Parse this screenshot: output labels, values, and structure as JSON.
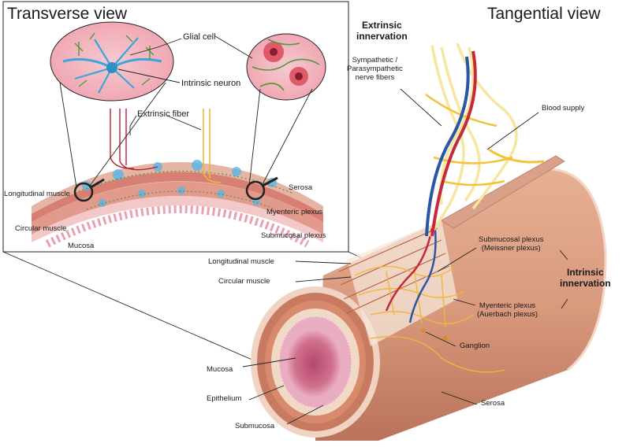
{
  "transverse": {
    "title": "Transverse view",
    "labels": {
      "glial_cell": "Glial cell",
      "intrinsic_neuron": "Intrinsic neuron",
      "extrinsic_fiber": "Extrinsic fiber",
      "longitudinal_muscle": "Longitudinal muscle",
      "circular_muscle": "Circular muscle",
      "mucosa": "Mucosa",
      "serosa": "Serosa",
      "myenteric_plexus": "Myenteric plexus",
      "submucosal_plexus": "Submucosal plexus"
    }
  },
  "tangential": {
    "title": "Tangential view",
    "extrinsic_innervation": "Extrinsic\ninnervation",
    "intrinsic_innervation": "Intrinsic\ninnervation",
    "labels": {
      "sympathetic": "Sympathetic /\nParasympathetic\nnerve fibers",
      "blood_supply": "Blood supply",
      "submucosal_plexus": "Submucosal plexus\n(Meissner plexus)",
      "myenteric_plexus": "Myenteric plexus\n(Auerbach plexus)",
      "longitudinal_muscle": "Longitudinal muscle",
      "circular_muscle": "Circular muscle",
      "ganglion": "Ganglion",
      "mucosa": "Mucosa",
      "epithelium": "Epithelium",
      "submucosa": "Submucosa",
      "serosa": "Serosa"
    }
  },
  "colors": {
    "tube_outer": "#d99a7e",
    "muscle": "#c9735a",
    "mucosa": "#d9849a",
    "epithelium_edge": "#f1c4d3",
    "nerve_yellow": "#f2c23a",
    "nerve_pale": "#f6e6a0",
    "artery_red": "#c62a3a",
    "vein_blue": "#2a56a6",
    "glial_green": "#4d9a3c",
    "neuron_blue": "#3aa6dc"
  }
}
